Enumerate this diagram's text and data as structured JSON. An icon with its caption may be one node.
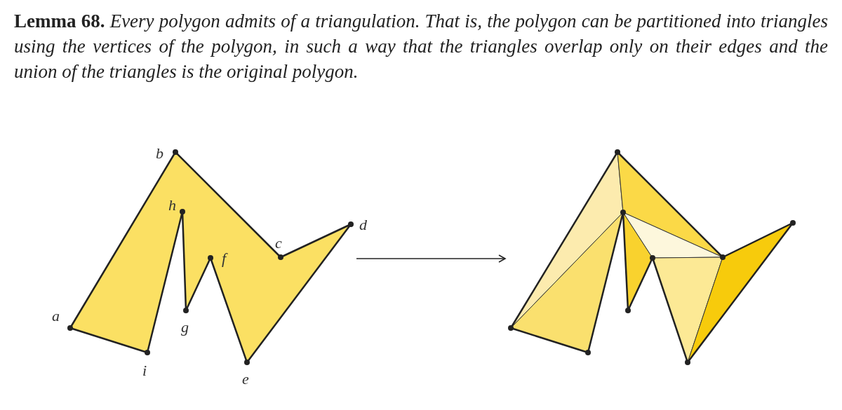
{
  "diagram": {
    "title": "**Lemma 68.** Every polygon admits of a triangulation. That is, the polygon can be partitioned into triangles using the vertices of the polygon, in such a way that the triangles overlap only on their edges and the union of the triangles is the original polygon.",
    "nodes": [
      {
        "text": [],
        "shape": "polygon"
      },
      {
        "text": [],
        "shape": "polygon"
      }
    ],
    "edges": [
      {
        "from": 0,
        "to": 1,
        "arrow": "to"
      }
    ],
    "labels": [
      "b",
      "h",
      "d",
      "c",
      "f",
      "a",
      "g",
      "i",
      "e"
    ]
  }
}
